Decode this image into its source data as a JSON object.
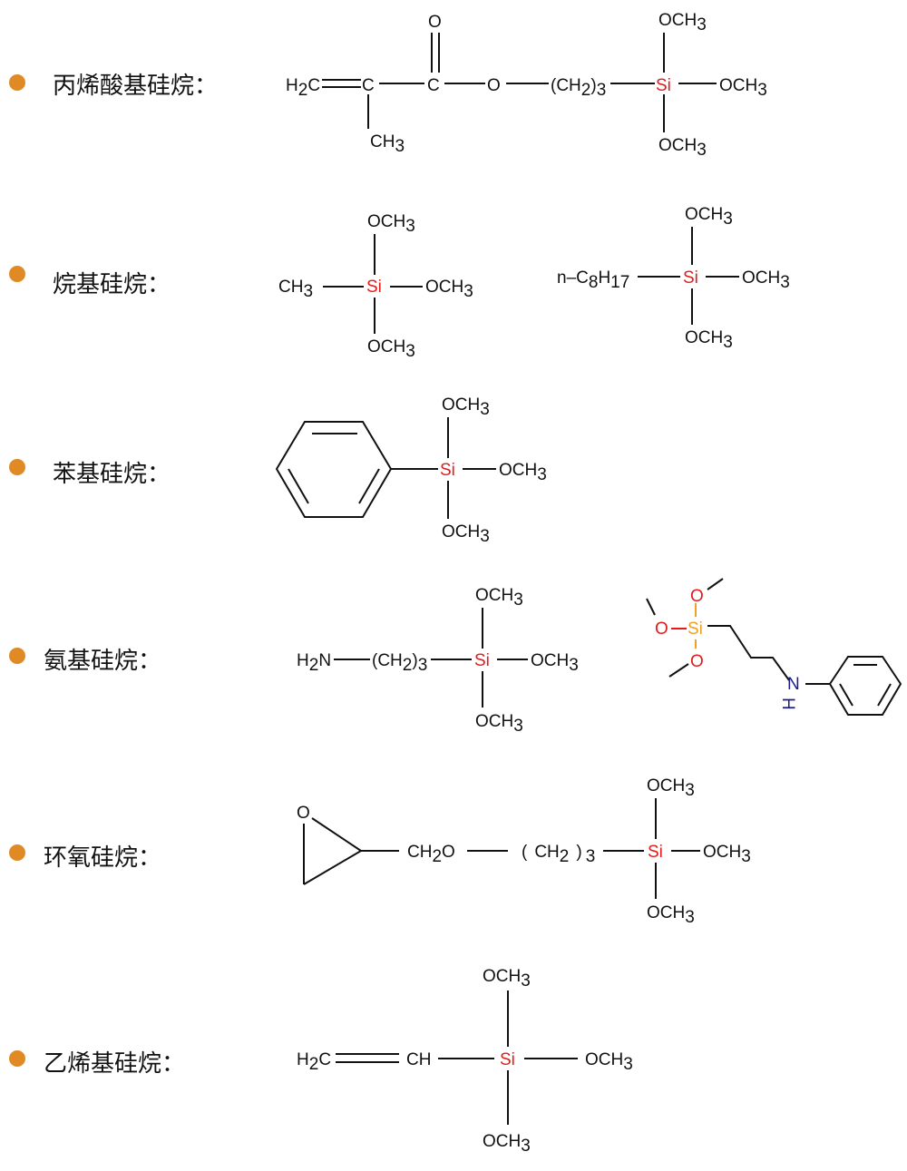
{
  "rows": [
    {
      "label": "丙烯酸基硅烷：",
      "color": "#e08a26"
    },
    {
      "label": "烷基硅烷：",
      "color": "#e08a26"
    },
    {
      "label": "苯基硅烷：",
      "color": "#e08a26"
    },
    {
      "label": "氨基硅烷：",
      "color": "#e08a26"
    },
    {
      "label": "环氧硅烷：",
      "color": "#e08a26"
    },
    {
      "label": "乙烯基硅烷：",
      "color": "#e08a26"
    }
  ],
  "atoms": {
    "o": "O",
    "c": "C",
    "si": "Si",
    "och": "OCH",
    "ch": "CH",
    "h": "H",
    "n": "N",
    "h2n": "H",
    "three": "3",
    "two": "2",
    "eight": "8",
    "seventeen": "17",
    "nprefix": "n–C",
    "lparen": "(",
    "rparen": ")",
    "co": "C",
    "oxide_o": "O"
  },
  "colors": {
    "silicon": "#e31b1b",
    "oxygen": "#e31b1b",
    "nitrogen": "#1a1a8c",
    "si_orange": "#f0a020",
    "bullet": "#e08a26"
  }
}
